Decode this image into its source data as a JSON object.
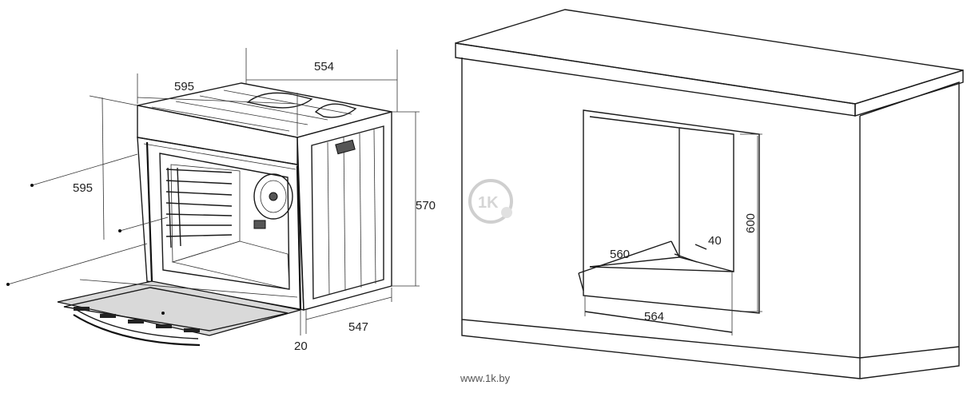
{
  "oven": {
    "dims": {
      "depth_total": "554",
      "width_top": "595",
      "height_left": "595",
      "height_right": "570",
      "depth_body": "547",
      "door": "20"
    }
  },
  "niche": {
    "dims": {
      "height": "600",
      "depth_min": "560",
      "gap": "40",
      "width": "564"
    }
  },
  "watermark": {
    "logo": "1K",
    "url": "www.1k.by"
  }
}
